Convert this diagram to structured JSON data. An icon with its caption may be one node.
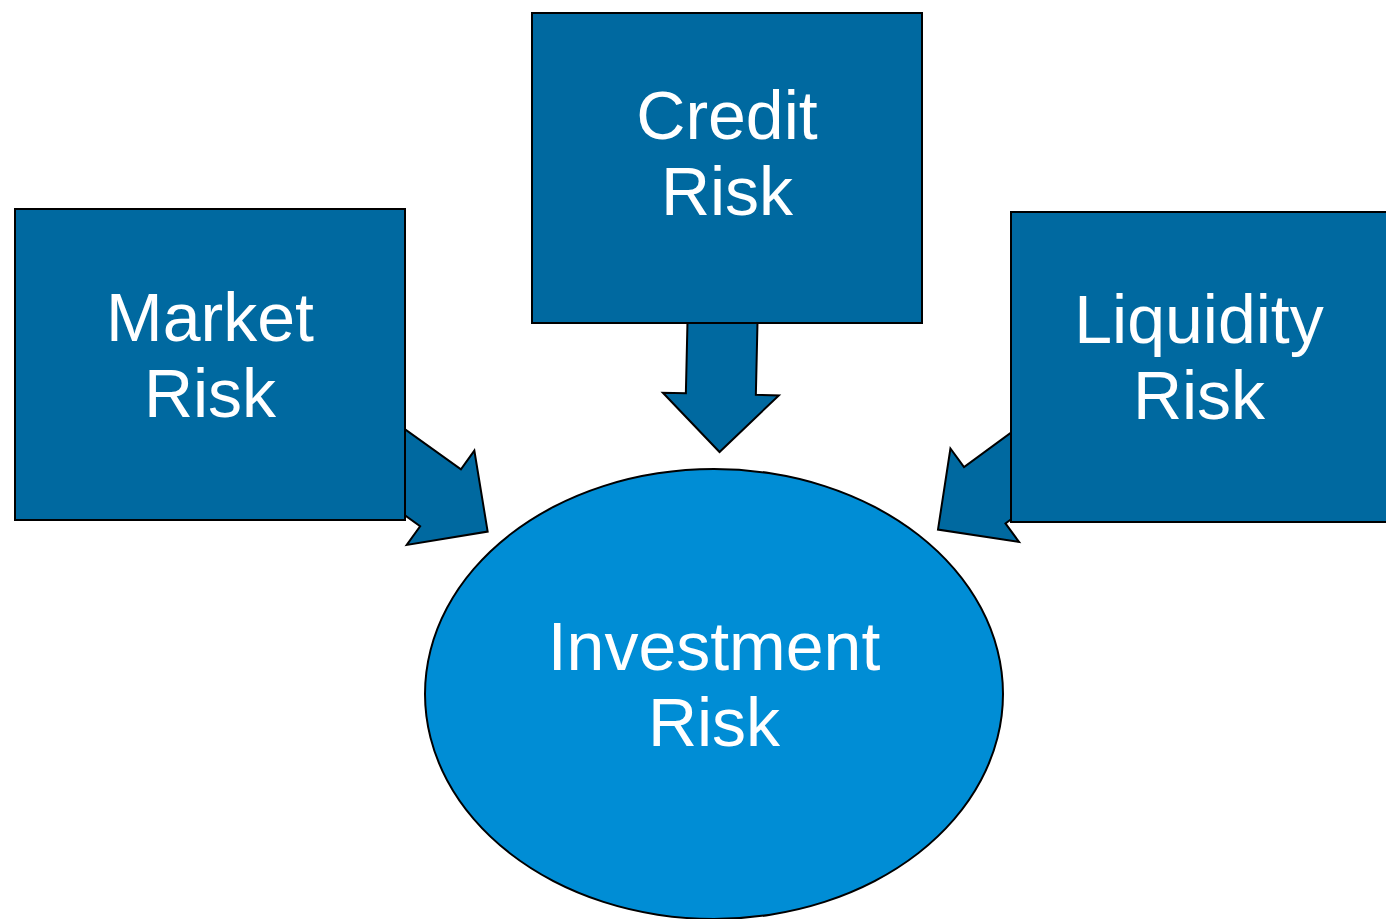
{
  "diagram": {
    "nodes": [
      {
        "text": [
          "Market Risk"
        ]
      },
      {
        "text": [
          "Credit Risk"
        ]
      },
      {
        "text": [
          "Liquidity Risk"
        ]
      },
      {
        "text": [
          "Investment Risk"
        ]
      }
    ],
    "edges": [
      {
        "from": 0,
        "to": 3,
        "arrow": "to"
      },
      {
        "from": 1,
        "to": 3,
        "arrow": "to"
      },
      {
        "from": 2,
        "to": 3,
        "arrow": "to"
      }
    ]
  }
}
